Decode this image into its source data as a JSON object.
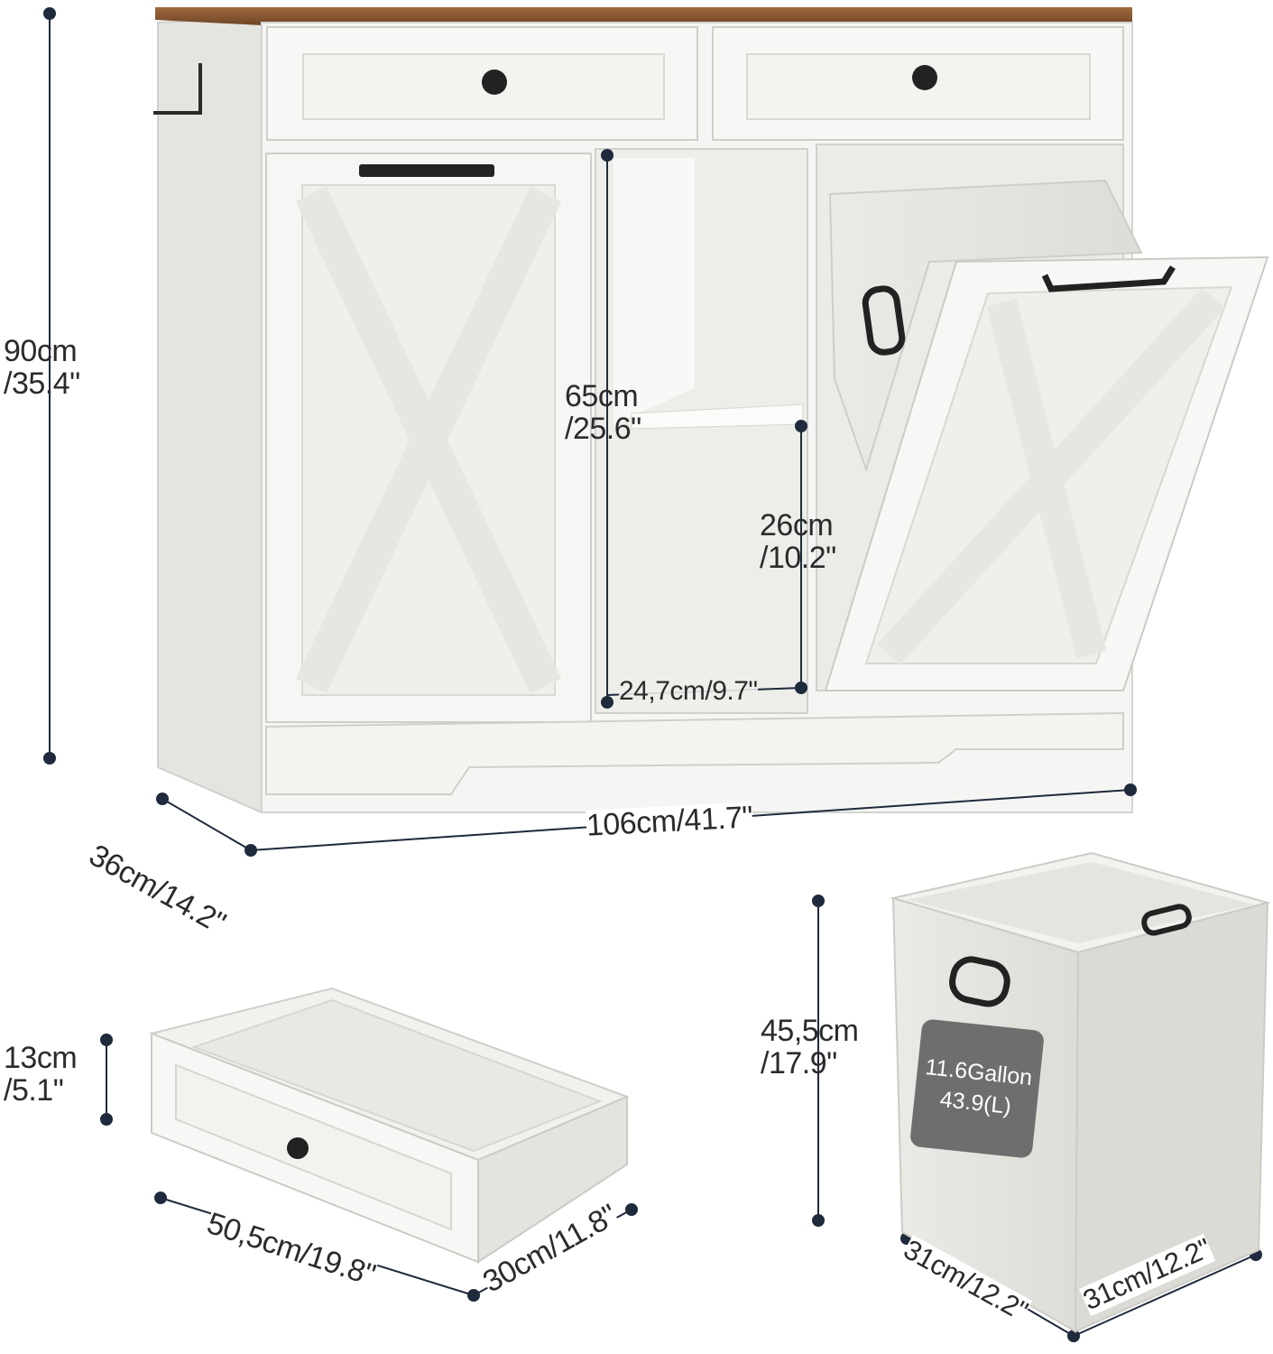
{
  "image_title": "",
  "dimensions": {
    "height_total": {
      "cm": "90cm",
      "in": "/35.4\""
    },
    "depth": "36cm/14.2\"",
    "width": "106cm/41.7\"",
    "compartment_height": {
      "cm": "65cm",
      "in": "/25.6\""
    },
    "shelf_gap": {
      "cm": "26cm",
      "in": "/10.2\""
    },
    "compartment_width": "24,7cm/9.7\"",
    "drawer_height": {
      "cm": "13cm",
      "in": "/5.1\""
    },
    "drawer_length": "50,5cm/19.8\"",
    "drawer_width": "30cm/11.8\"",
    "bin_height": {
      "cm": "45,5cm",
      "in": "/17.9\""
    },
    "bin_depth": "31cm/12.2\"",
    "bin_width": "31cm/12.2\""
  },
  "bin_badge": {
    "line1": "11.6Gallon",
    "line2": "43.9(L)"
  },
  "colors": {
    "cabinet_white": "#f4f4f2",
    "cabinet_shadow": "#e2e2df",
    "wood_top": "#8a5a34",
    "handle": "#2a2a2a",
    "dimension_line": "#1f2a3c",
    "bin_fabric": "#e9e8e4",
    "badge": "#6e6e6e"
  }
}
